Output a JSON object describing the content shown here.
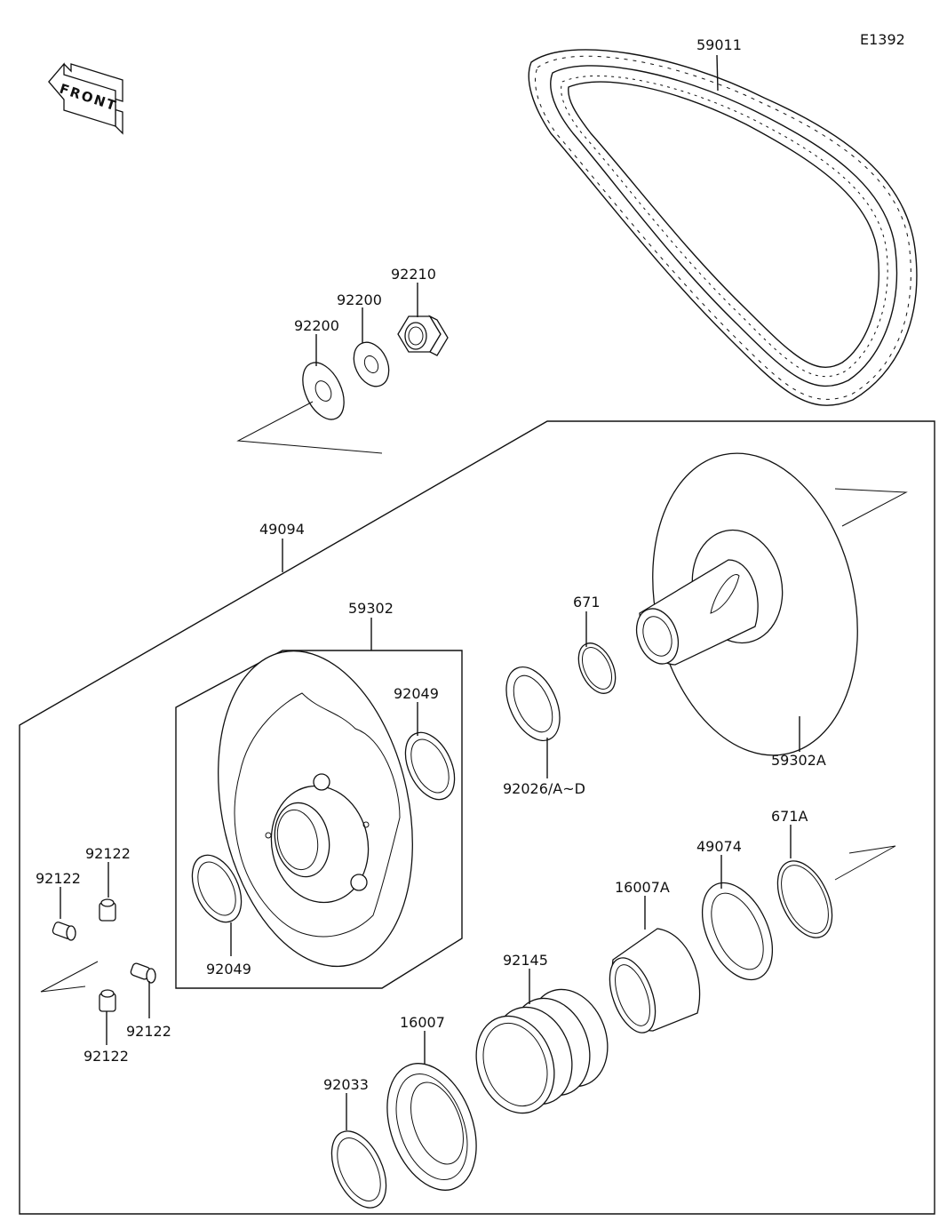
{
  "diagram_id": "E1392",
  "front_label": "FRONT",
  "labels": {
    "belt": "59011",
    "nut": "92210",
    "washer_a": "92200",
    "washer_b": "92200",
    "assembly": "49094",
    "driven_sheave": "59302",
    "oil_seal_top": "92049",
    "oil_seal_bottom": "92049",
    "circlip": "671",
    "shim": "92026/A~D",
    "fixed_sheave": "59302A",
    "circlip_a": "671A",
    "cam": "49074",
    "bushing_a": "16007A",
    "spring": "92145",
    "bushing": "16007",
    "snap_ring": "92033",
    "grease_1": "92122",
    "grease_2": "92122",
    "grease_3": "92122",
    "grease_4": "92122"
  }
}
